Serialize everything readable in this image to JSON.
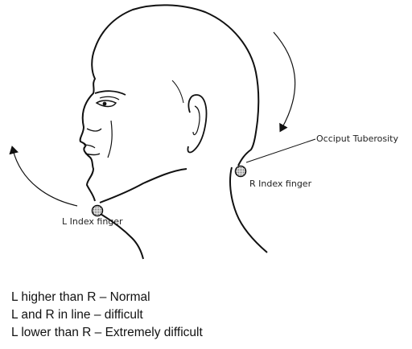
{
  "labels": {
    "occiput": "Occiput Tuberosity",
    "r_index": "R Index finger",
    "l_index": "L Index finger"
  },
  "legend": [
    "L higher than R – Normal",
    "L and R in line – difficult",
    "L lower than R – Extremely difficult"
  ]
}
